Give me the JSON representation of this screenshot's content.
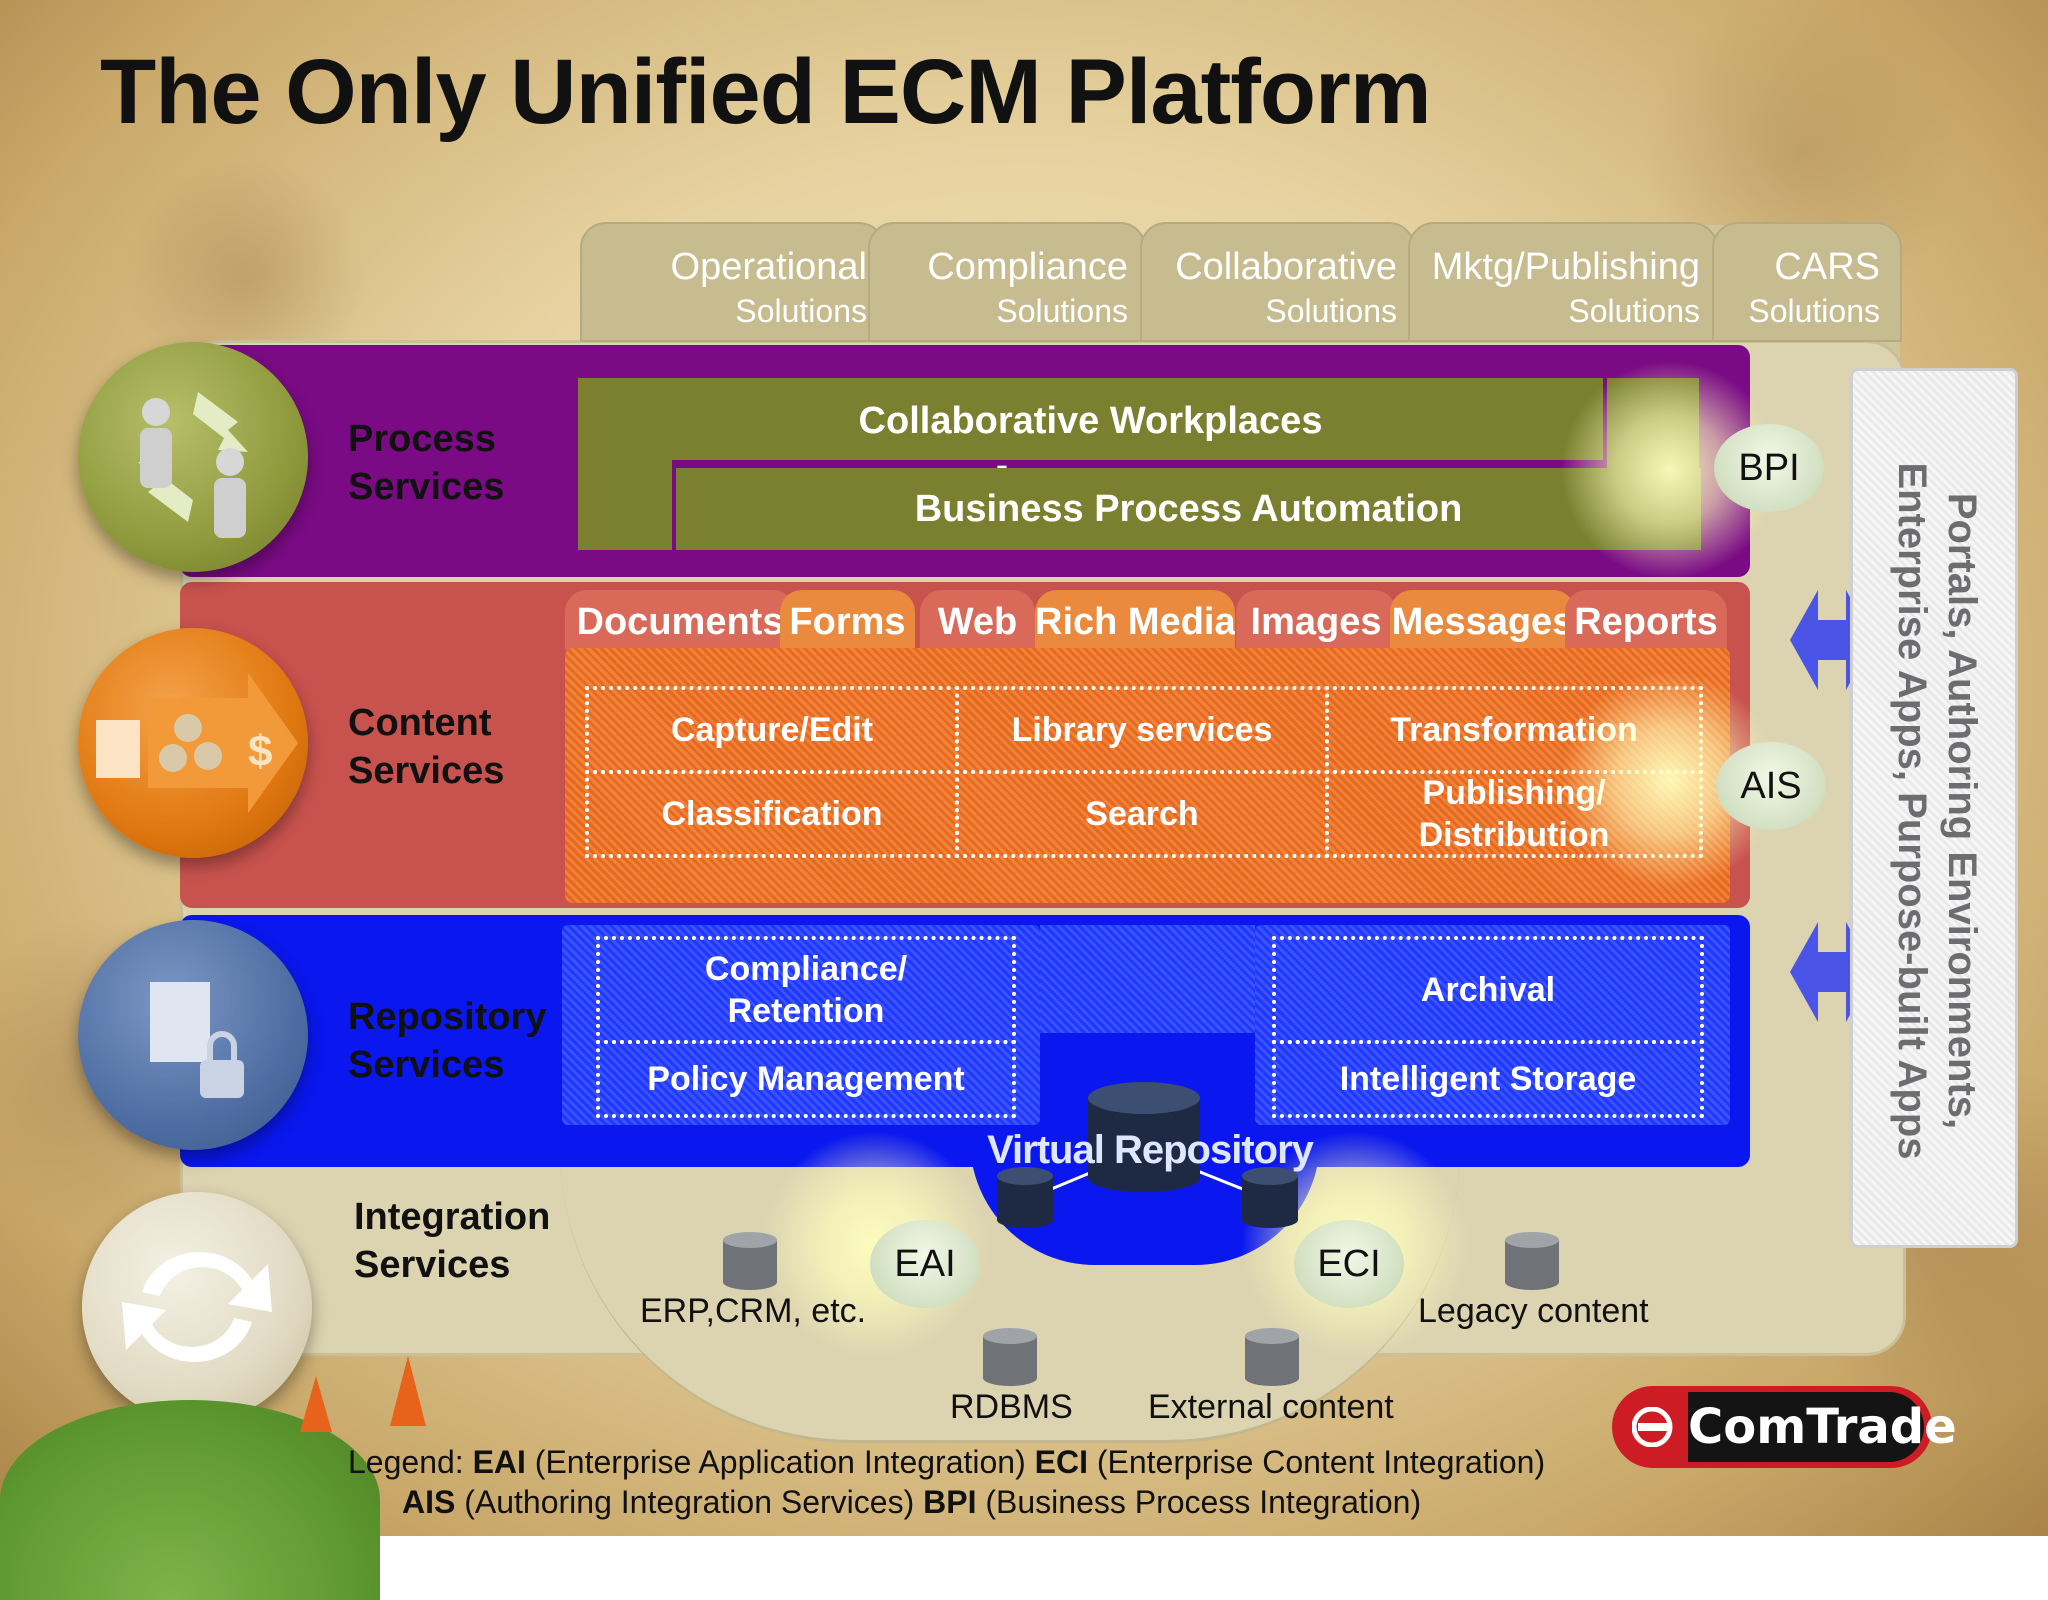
{
  "title": "The Only Unified ECM Platform",
  "solutions": [
    {
      "line1": "Operational",
      "line2": "Solutions"
    },
    {
      "line1": "Compliance",
      "line2": "Solutions"
    },
    {
      "line1": "Collaborative",
      "line2": "Solutions"
    },
    {
      "line1": "Mktg/Publishing",
      "line2": "Solutions"
    },
    {
      "line1": "CARS",
      "line2": "Solutions"
    }
  ],
  "process": {
    "label1": "Process",
    "label2": "Services",
    "collab": "Collaborative Workplaces",
    "dash": "-",
    "bpa": "Business Process Automation",
    "badge": "BPI"
  },
  "content": {
    "label1": "Content",
    "label2": "Services",
    "tabs": [
      "Documents",
      "Forms",
      "Web",
      "Rich Media",
      "Images",
      "Messages",
      "Reports"
    ],
    "cells": [
      "Capture/Edit",
      "Library services",
      "Transformation",
      "Classification",
      "Search",
      "Publishing/",
      "Distribution"
    ],
    "badge": "AIS"
  },
  "repository": {
    "label1": "Repository",
    "label2": "Services",
    "cells": [
      "Compliance/",
      "Retention",
      "Policy Management",
      "Archival",
      "Intelligent Storage"
    ],
    "virtual": "Virtual Repository"
  },
  "integration": {
    "label1": "Integration",
    "label2": "Services",
    "eai": "EAI",
    "eci": "ECI",
    "erp": "ERP,CRM, etc.",
    "legacy": "Legacy content",
    "rdbms": "RDBMS",
    "external": "External content"
  },
  "portal": {
    "line1": "Portals, Authoring Environments,",
    "line2": "Enterprise Apps, Purpose-built Apps"
  },
  "legend": {
    "prefix": "Legend:",
    "eai": "EAI",
    "eai_desc": "(Enterprise Application Integration)",
    "eci": "ECI",
    "eci_desc": "(Enterprise Content Integration)",
    "ais": "AIS",
    "ais_desc": "(Authoring Integration Services)",
    "bpi": "BPI",
    "bpi_desc": "(Business Process Integration)"
  },
  "logo": "ComTrade",
  "colors": {
    "process": "#7a0b84",
    "content": "#c8524e",
    "repository": "#0a17ee",
    "olive": "#7b8030",
    "orange": "#e7681f"
  }
}
